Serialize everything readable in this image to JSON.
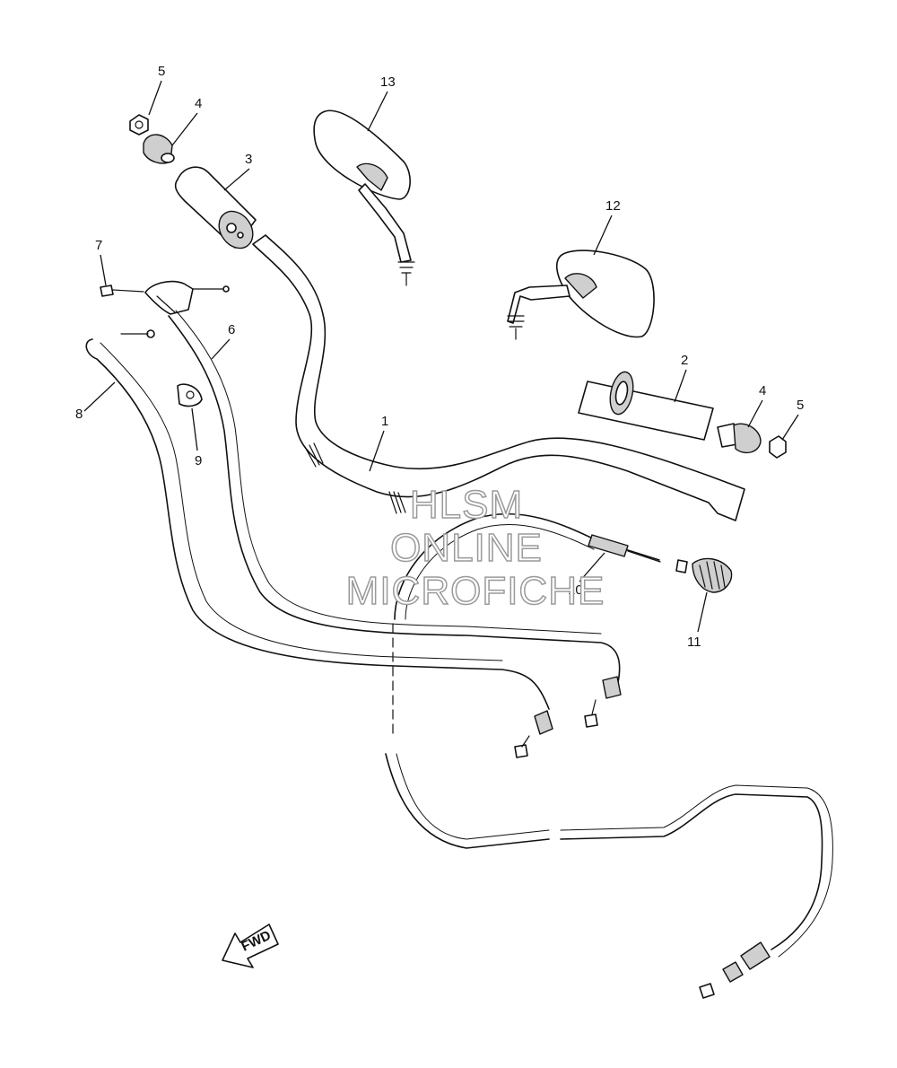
{
  "callouts": {
    "c1": "1",
    "c2": "2",
    "c3": "3",
    "c4a": "4",
    "c4b": "4",
    "c5a": "5",
    "c5b": "5",
    "c6": "6",
    "c7": "7",
    "c8": "8",
    "c9": "9",
    "c10": "10",
    "c11": "11",
    "c12": "12",
    "c13": "13"
  },
  "fwd_label": "FWD",
  "watermark": {
    "line1": "HLSM",
    "line2": "ONLINE",
    "line3": "MICROFICHE"
  }
}
